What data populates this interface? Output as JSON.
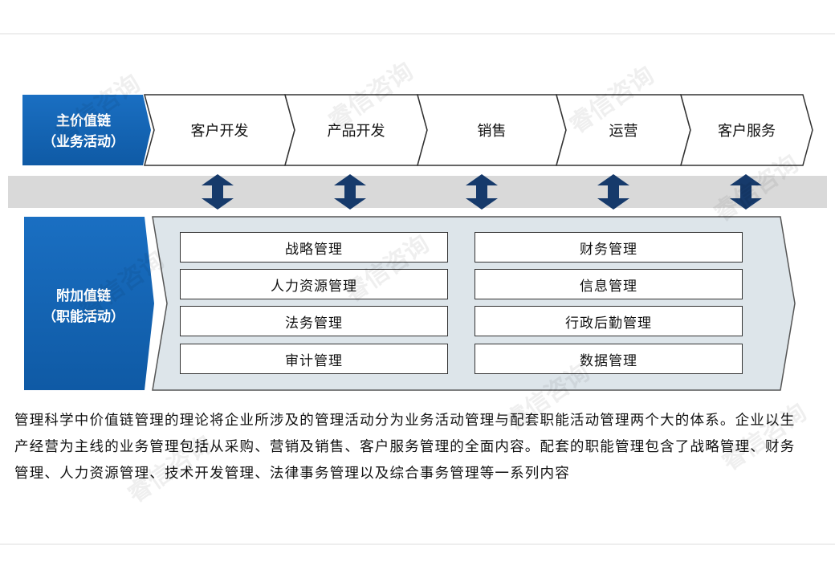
{
  "main_chain": {
    "label_line1": "主价值链",
    "label_line2": "（业务活动）",
    "stages": [
      {
        "label": "客户开发"
      },
      {
        "label": "产品开发"
      },
      {
        "label": "销售"
      },
      {
        "label": "运营"
      },
      {
        "label": "客户服务"
      }
    ]
  },
  "support_chain": {
    "label_line1": "附加值链",
    "label_line2": "（职能活动）",
    "left_items": [
      "战略管理",
      "人力资源管理",
      "法务管理",
      "审计管理"
    ],
    "right_items": [
      "财务管理",
      "信息管理",
      "行政后勤管理",
      "数据管理"
    ]
  },
  "description": "管理科学中价值链管理的理论将企业所涉及的管理活动分为业务活动管理与配套职能活动管理两个大的体系。企业以生产经营为主线的业务管理包括从采购、营销及销售、客户服务管理的全面内容。配套的职能管理包含了战略管理、财务管理、人力资源管理、技术开发管理、法律事务管理以及综合事务管理等一系列内容",
  "watermark": "睿信咨询",
  "colors": {
    "primary_blue": "#1466b8",
    "arrow_navy": "#163a6b",
    "band_gray": "#d9d9d9",
    "panel_fill": "#dde5ea"
  }
}
